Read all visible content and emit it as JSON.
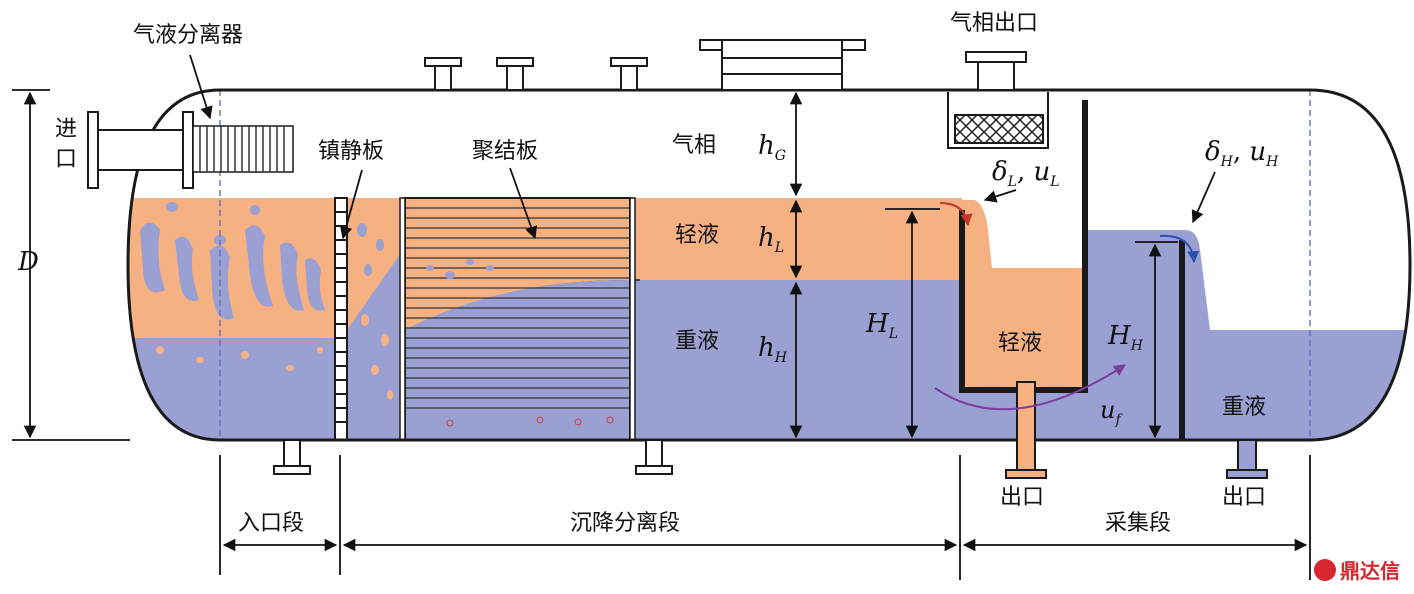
{
  "labels": {
    "separator": "气液分离器",
    "inlet_1": "进",
    "inlet_2": "口",
    "calming_plate": "镇静板",
    "coalescing_plate": "聚结板",
    "gas_phase": "气相",
    "light_liquid": "轻液",
    "heavy_liquid": "重液",
    "gas_outlet": "气相出口",
    "light_in_chamber": "轻液",
    "heavy_in_collect": "重液",
    "outlet_light": "出口",
    "outlet_heavy": "出口",
    "inlet_section": "入口段",
    "settling_section": "沉降分离段",
    "collect_section": "采集段",
    "diameter": "D"
  },
  "symbols": {
    "hG": {
      "main": "h",
      "sub": "G"
    },
    "hL": {
      "main": "h",
      "sub": "L"
    },
    "hH": {
      "main": "h",
      "sub": "H"
    },
    "HL": {
      "main": "H",
      "sub": "L"
    },
    "HH": {
      "main": "H",
      "sub": "H"
    },
    "uf": {
      "main": "u",
      "sub": "f"
    },
    "deltaL": {
      "d": "δ",
      "ds": "L",
      "sep": ", ",
      "u": "u",
      "us": "L"
    },
    "deltaH": {
      "d": "δ",
      "ds": "H",
      "sep": ", ",
      "u": "u",
      "us": "H"
    }
  },
  "watermark": "鼎达信",
  "colors": {
    "light_liquid": "#f6b183",
    "heavy_liquid": "#9aa0d2",
    "outline": "#1a1a1a",
    "flow_arrow_light": "#c0392b",
    "flow_arrow_heavy": "#2f4fb0",
    "flow_arrow_uf": "#7a3fa0",
    "watermark": "#d7262e"
  }
}
